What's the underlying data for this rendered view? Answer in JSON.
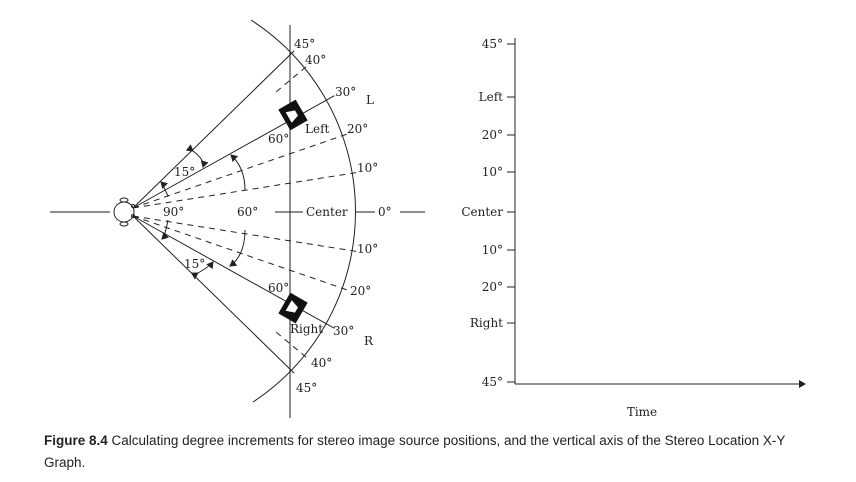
{
  "diagram": {
    "angles_left": {
      "a45": "45°",
      "a40": "40°",
      "a30": "30°",
      "sub_l": "L",
      "a20": "20°",
      "a10": "10°",
      "a0": "0°"
    },
    "angles_right": {
      "a10": "10°",
      "a20": "20°",
      "a30": "30°",
      "sub_r": "R",
      "a40": "40°",
      "a45": "45°"
    },
    "speaker_left": "Left",
    "speaker_right": "Right",
    "center_label": "Center",
    "arc_labels": {
      "upper15": "15°",
      "lower15": "15°",
      "upper60": "60°",
      "lower60": "60°",
      "mid90": "90°",
      "mid60": "60°"
    }
  },
  "graph": {
    "y_ticks": [
      "45°",
      "Left",
      "20°",
      "10°",
      "Center",
      "10°",
      "20°",
      "Right",
      "45°"
    ],
    "x_label": "Time"
  },
  "caption": {
    "label": "Figure 8.4",
    "text": "Calculating degree increments for stereo image source positions, and the vertical axis of the Stereo Location X-Y Graph."
  }
}
